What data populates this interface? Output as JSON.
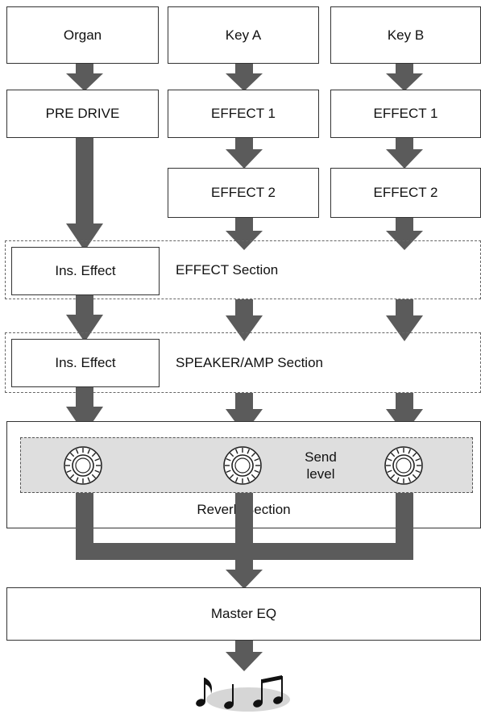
{
  "sources": [
    "Organ",
    "Key A",
    "Key B"
  ],
  "organ_chain": {
    "pre_drive": "PRE DRIVE"
  },
  "key_a_chain": {
    "effect1": "EFFECT 1",
    "effect2": "EFFECT 2"
  },
  "key_b_chain": {
    "effect1": "EFFECT 1",
    "effect2": "EFFECT 2"
  },
  "effect_section": {
    "box": "Ins. Effect",
    "label": "EFFECT Section"
  },
  "speaker_section": {
    "box": "Ins. Effect",
    "label": "SPEAKER/AMP Section"
  },
  "reverb_section": {
    "send_label_line1": "Send",
    "send_label_line2": "level",
    "label": "Reverb Section"
  },
  "master": {
    "label": "Master EQ"
  },
  "output": {
    "icon": "music-notes-icon"
  },
  "colors": {
    "arrow": "#5b5b5b",
    "send_panel": "#dedede",
    "box_border": "#333333"
  }
}
